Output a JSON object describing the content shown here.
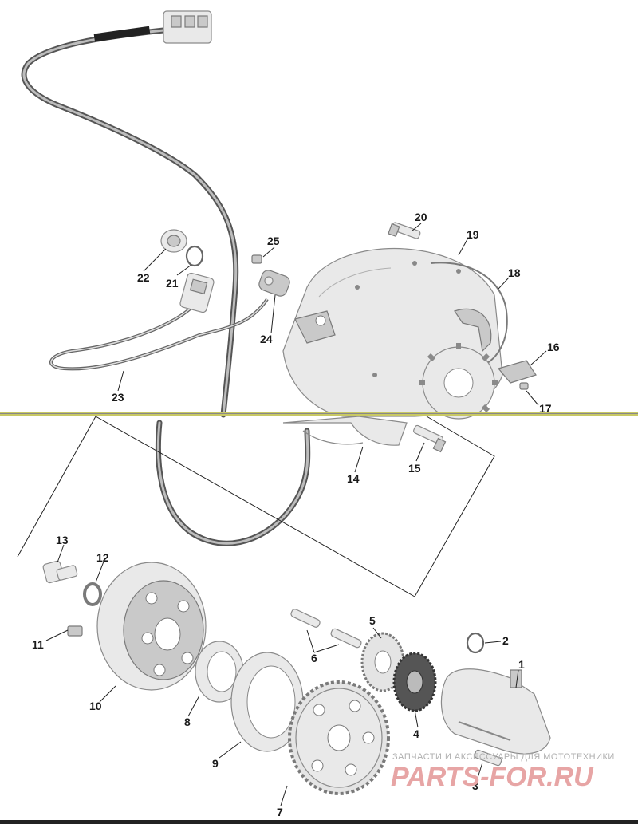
{
  "callouts": {
    "c1": "1",
    "c2": "2",
    "c3": "3",
    "c4": "4",
    "c5": "5",
    "c6": "6",
    "c7": "7",
    "c8": "8",
    "c9": "9",
    "c10": "10",
    "c11": "11",
    "c12": "12",
    "c13": "13",
    "c14": "14",
    "c15": "15",
    "c16": "16",
    "c17": "17",
    "c18": "18",
    "c19": "19",
    "c20": "20",
    "c21": "21",
    "c22": "22",
    "c23": "23",
    "c24": "24",
    "c25": "25"
  },
  "watermark": {
    "tagline": "ЗАПЧАСТИ И АКСЕССУАРЫ ДЛЯ МОТОТЕХНИКИ",
    "brand": "PARTS-FOR.RU"
  },
  "colors": {
    "separator": "#c8c864",
    "line": "#222222",
    "part_fill": "#e9e9e9",
    "watermark": "#e7a5a5"
  }
}
